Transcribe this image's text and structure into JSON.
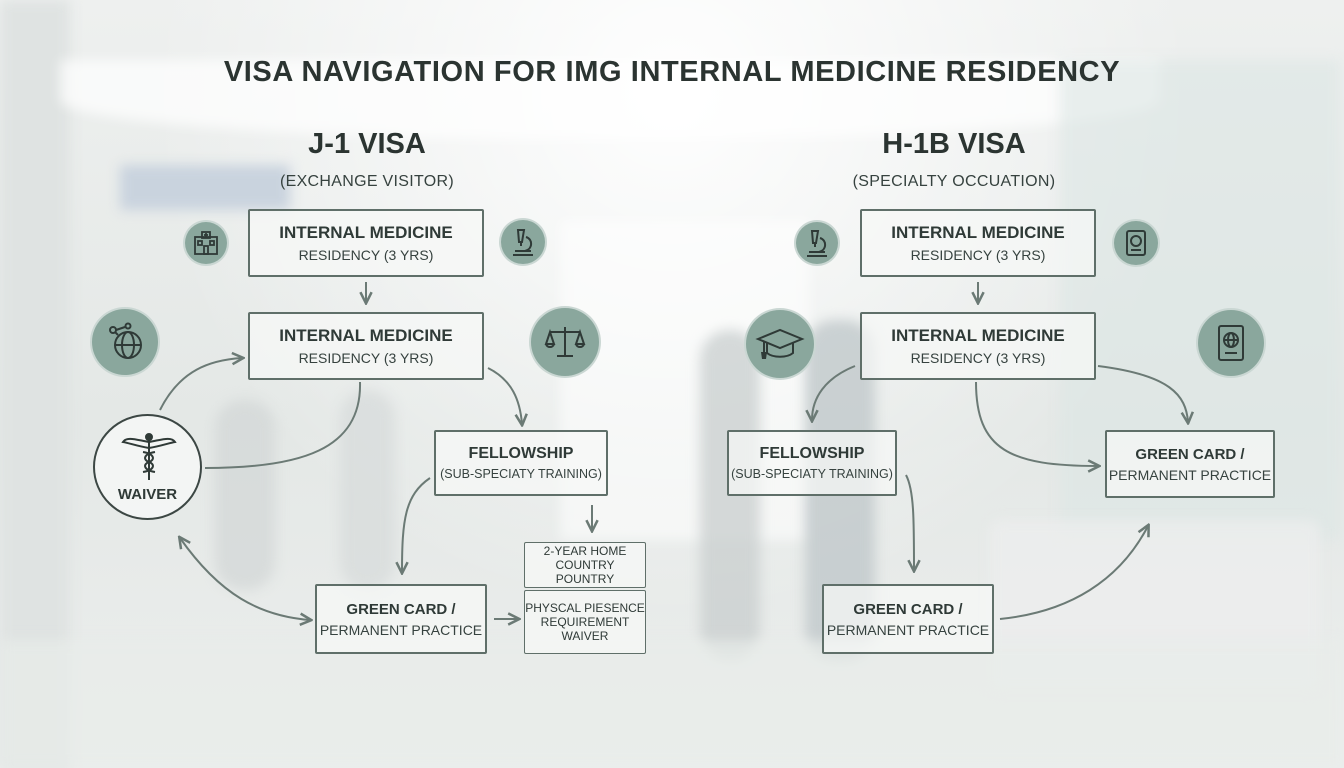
{
  "title": "VISA NAVIGATION FOR IMG INTERNAL MEDICINE RESIDENCY",
  "colors": {
    "icon_fill": "#8aa79d",
    "box_border": "#5f6f69",
    "arrow": "#6b7a75"
  },
  "j1": {
    "heading": "J-1 VISA",
    "subheading": "(EXCHANGE VISITOR)",
    "box_residency_1": {
      "line1": "INTERNAL MEDICINE",
      "line2": "RESIDENCY (3 YRS)"
    },
    "box_residency_2": {
      "line1": "INTERNAL MEDICINE",
      "line2": "RESIDENCY (3 YRS)"
    },
    "box_fellowship": {
      "line1": "FELLOWSHIP",
      "line2": "(SUB-SPECIATY TRAINING)"
    },
    "box_green_card": {
      "line1": "GREEN CARD /",
      "line2": "PERMANENT PRACTICE"
    },
    "box_home_country": {
      "line1": "2-YEAR HOME",
      "line2": "COUNTRY POUNTRY"
    },
    "box_physical": {
      "line1": "PHYSCAL PIESENCE",
      "line2": "REQUIREMENT",
      "line3": "WAIVER"
    },
    "waiver_label": "WAIVER",
    "icons": [
      "hospital-icon",
      "microscope-icon",
      "globe-network-icon",
      "scales-icon",
      "caduceus-icon"
    ]
  },
  "h1b": {
    "heading": "H-1B VISA",
    "subheading": "(SPECIALTY OCCUATION)",
    "box_residency_1": {
      "line1": "INTERNAL MEDICINE",
      "line2": "RESIDENCY (3 YRS)"
    },
    "box_residency_2": {
      "line1": "INTERNAL MEDICINE",
      "line2": "RESIDENCY (3 YRS)"
    },
    "box_fellowship": {
      "line1": "FELLOWSHIP",
      "line2": "(SUB-SPECIATY TRAINING)"
    },
    "box_green_card_top": {
      "line1": "GREEN CARD /",
      "line2": "PERMANENT PRACTICE"
    },
    "box_green_card_bottom": {
      "line1": "GREEN CARD /",
      "line2": "PERMANENT PRACTICE"
    },
    "icons": [
      "microscope-icon",
      "passport-icon",
      "graduation-cap-icon",
      "passport-icon"
    ]
  }
}
